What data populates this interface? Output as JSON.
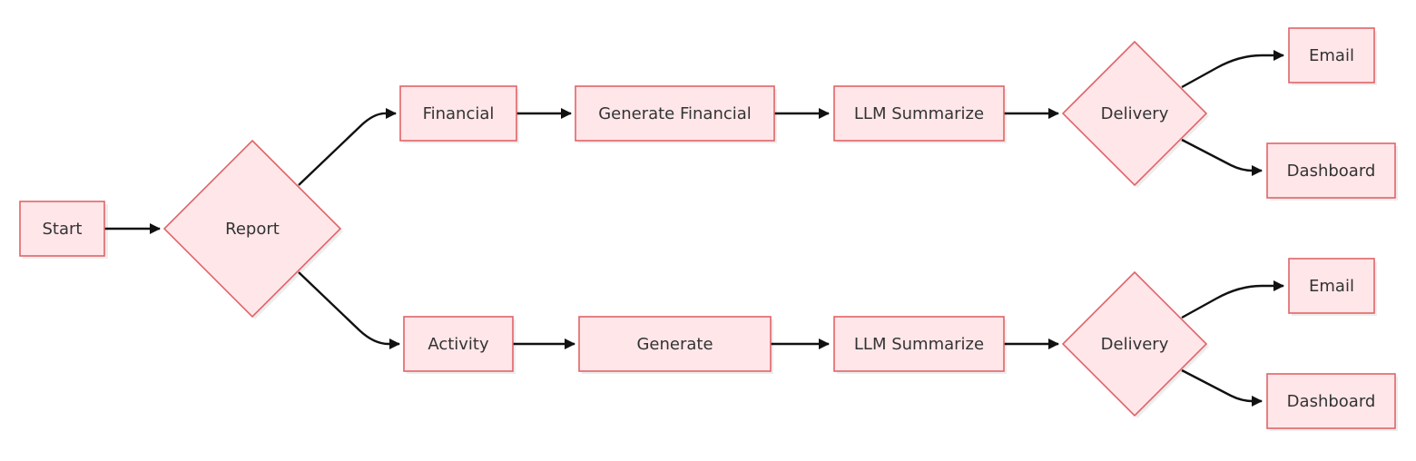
{
  "diagram": {
    "type": "flowchart",
    "colors": {
      "node_fill": "#ffe6e9",
      "node_stroke": "#e06468",
      "edge": "#111111",
      "text": "#333333"
    },
    "nodes": {
      "start": "Start",
      "report": "Report",
      "financial": "Financial",
      "activity": "Activity",
      "generate_financial": "Generate Financial",
      "generate": "Generate",
      "llm_summarize_top": "LLM Summarize",
      "llm_summarize_bottom": "LLM Summarize",
      "delivery_top": "Delivery",
      "delivery_bottom": "Delivery",
      "email_top": "Email",
      "dashboard_top": "Dashboard",
      "email_bottom": "Email",
      "dashboard_bottom": "Dashboard"
    },
    "edges": [
      [
        "start",
        "report"
      ],
      [
        "report",
        "financial"
      ],
      [
        "report",
        "activity"
      ],
      [
        "financial",
        "generate_financial"
      ],
      [
        "generate_financial",
        "llm_summarize_top"
      ],
      [
        "llm_summarize_top",
        "delivery_top"
      ],
      [
        "delivery_top",
        "email_top"
      ],
      [
        "delivery_top",
        "dashboard_top"
      ],
      [
        "activity",
        "generate"
      ],
      [
        "generate",
        "llm_summarize_bottom"
      ],
      [
        "llm_summarize_bottom",
        "delivery_bottom"
      ],
      [
        "delivery_bottom",
        "email_bottom"
      ],
      [
        "delivery_bottom",
        "dashboard_bottom"
      ]
    ]
  }
}
